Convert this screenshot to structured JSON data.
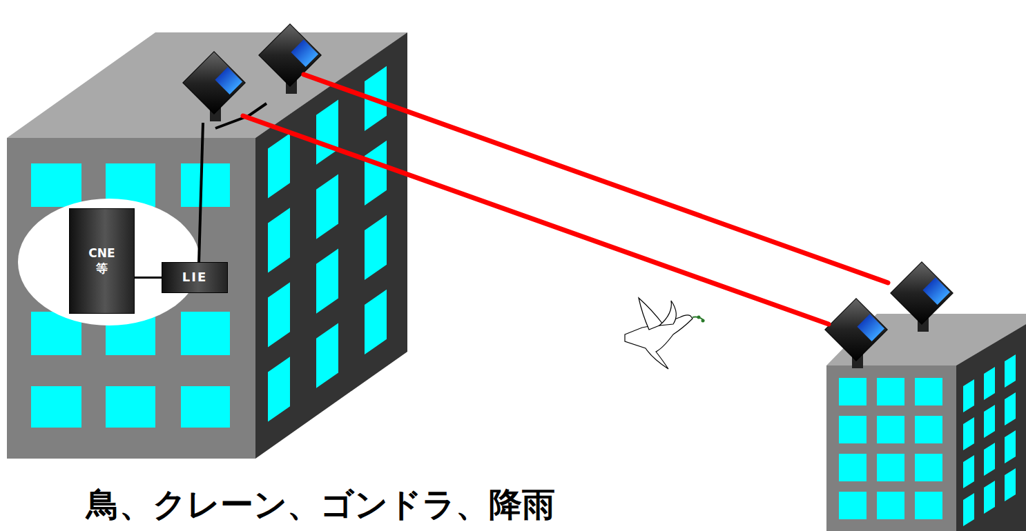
{
  "diagram": {
    "nodes": [
      {
        "text": [
          "CNE 等"
        ]
      },
      {
        "text": [
          "LIE"
        ]
      }
    ],
    "edges": [
      {
        "from": 0,
        "to": 1,
        "arrow": "none"
      }
    ],
    "labels": [
      "鳥、クレーン、ゴンドラ、降雨"
    ]
  }
}
